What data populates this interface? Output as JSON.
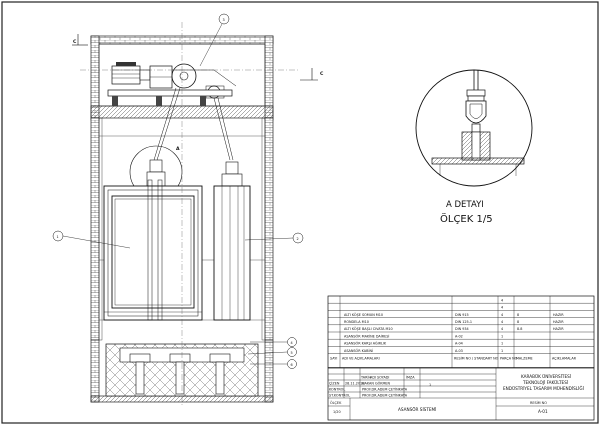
{
  "detail": {
    "title": "A DETAYI",
    "scale": "ÖLÇEK 1/5"
  },
  "markers": {
    "detail": "A",
    "section_top": "C",
    "section_right": "C"
  },
  "balloons": [
    "1",
    "2",
    "3",
    "4",
    "5",
    "6"
  ],
  "parts_list": [
    {
      "no": "",
      "name": "",
      "standard": "",
      "qty": "4",
      "material": "",
      "note": ""
    },
    {
      "no": "",
      "name": "",
      "standard": "",
      "qty": "4",
      "material": "",
      "note": ""
    },
    {
      "no": "",
      "name": "ALTI KÖŞE SOMUN M10",
      "standard": "DIN 915",
      "qty": "4",
      "material": "8",
      "note": "HAZIR"
    },
    {
      "no": "",
      "name": "RONDELA M10",
      "standard": "DIN 125-1",
      "qty": "4",
      "material": "8",
      "note": "HAZIR"
    },
    {
      "no": "",
      "name": "ALTI KÖŞE BAŞLI CIVATA M10",
      "standard": "DIN 934",
      "qty": "4",
      "material": "8.8",
      "note": "HAZIR"
    },
    {
      "no": "",
      "name": "ASANSÖR MAKİNE DAİRESİ",
      "standard": "A-02",
      "qty": "1",
      "material": "",
      "note": ""
    },
    {
      "no": "",
      "name": "ASANSÖR KARŞI AĞIRLIK",
      "standard": "A-04",
      "qty": "1",
      "material": "",
      "note": ""
    },
    {
      "no": "",
      "name": "ASANSÖR KABİNİ",
      "standard": "A-03",
      "qty": "1",
      "material": "",
      "note": ""
    }
  ],
  "parts_header": {
    "no": "SAYI",
    "name": "ADI VE AÇIKLAMALARI",
    "standard": "RESİM NO / STANDART NO",
    "qty": "PARÇA NO",
    "material": "MALZEME",
    "note": "AÇIKLAMALAR"
  },
  "title_block": {
    "university": "KARABÜK ÜNİVERSİTESİ",
    "faculty": "TEKNOLOJİ FAKÜLTESİ",
    "department": "ENDÜSTRİYEL TASARIM MÜHENDİSLİĞİ",
    "drawing_no_label": "RESİM NO",
    "drawing_no": "A-01",
    "drawing_title": "ASANSÖR SİSTEMİ",
    "scale_label": "ÖLÇEK",
    "scale": "1/20",
    "sheet": "1",
    "head": {
      "date": "TARİH",
      "name": "ADI SOYADI",
      "sign": "İMZA"
    },
    "rows": [
      {
        "role": "ÇİZEN",
        "date": "28.11.2018",
        "name": "HAKAN GÖKMEN"
      },
      {
        "role": "KONTROL",
        "date": "",
        "name": "PROF.DR.ADEM ÇETİNKAYA"
      },
      {
        "role": "ST.KONTROL",
        "date": "",
        "name": "PROF.DR.ADEM ÇETİNKAYA"
      }
    ]
  }
}
